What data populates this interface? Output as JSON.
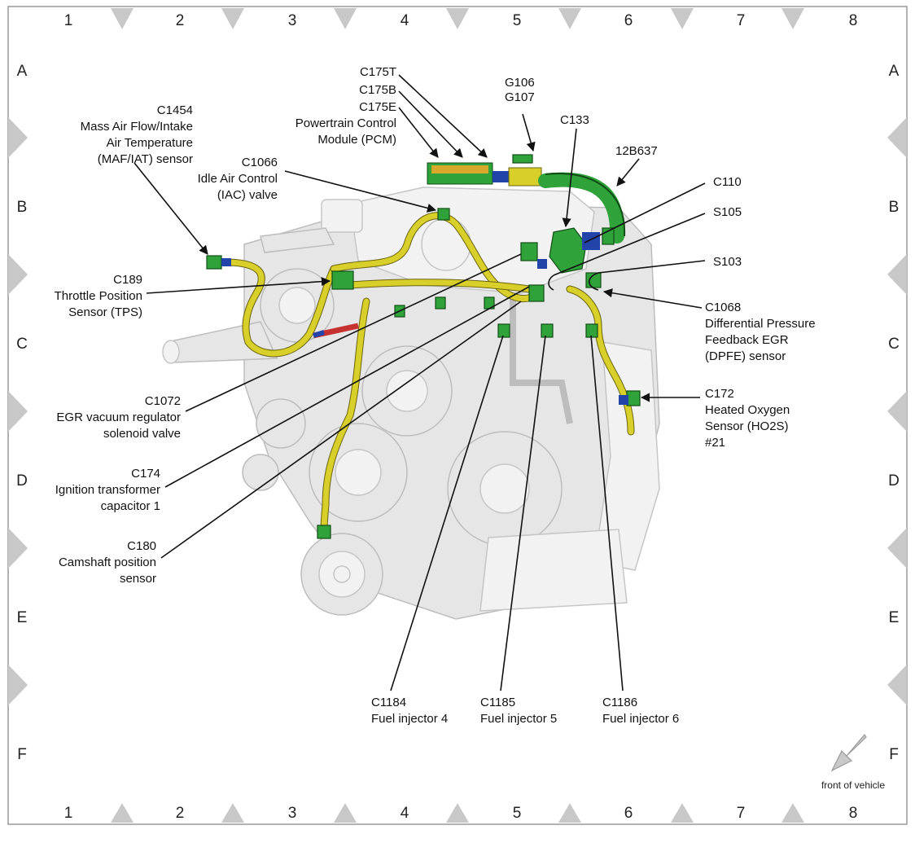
{
  "grid": {
    "columns": [
      "1",
      "2",
      "3",
      "4",
      "5",
      "6",
      "7",
      "8"
    ],
    "rows": [
      "A",
      "B",
      "C",
      "D",
      "E",
      "F"
    ]
  },
  "labels": {
    "c175t": "C175T",
    "c175b": "C175B",
    "c175e": "C175E",
    "pcm_line1": "Powertrain Control",
    "pcm_line2": "Module (PCM)",
    "g106": "G106",
    "g107": "G107",
    "c133": "C133",
    "b12b637": "12B637",
    "c110": "C110",
    "s105": "S105",
    "s103": "S103",
    "c1454": "C1454",
    "c1454_line1": "Mass Air Flow/Intake",
    "c1454_line2": "Air Temperature",
    "c1454_line3": "(MAF/IAT) sensor",
    "c1066": "C1066",
    "c1066_line1": "Idle Air Control",
    "c1066_line2": "(IAC) valve",
    "c189": "C189",
    "c189_line1": "Throttle Position",
    "c189_line2": "Sensor (TPS)",
    "c1068": "C1068",
    "c1068_line1": "Differential Pressure",
    "c1068_line2": "Feedback EGR",
    "c1068_line3": "(DPFE) sensor",
    "c172": "C172",
    "c172_line1": "Heated Oxygen",
    "c172_line2": "Sensor (HO2S)",
    "c172_line3": "#21",
    "c1072": "C1072",
    "c1072_line1": "EGR vacuum regulator",
    "c1072_line2": "solenoid valve",
    "c174": "C174",
    "c174_line1": "Ignition transformer",
    "c174_line2": "capacitor 1",
    "c180": "C180",
    "c180_line1": "Camshaft position",
    "c180_line2": "sensor",
    "c1184": "C1184",
    "c1184_line1": "Fuel injector 4",
    "c1185": "C1185",
    "c1185_line1": "Fuel injector 5",
    "c1186": "C1186",
    "c1186_line1": "Fuel injector 6",
    "front_of_vehicle": "front of vehicle"
  },
  "colors": {
    "harness": "#d8cf2a",
    "connector": "#2fa33a",
    "engine": "#e6e6e6",
    "grid_marker": "#c8c8c8"
  }
}
